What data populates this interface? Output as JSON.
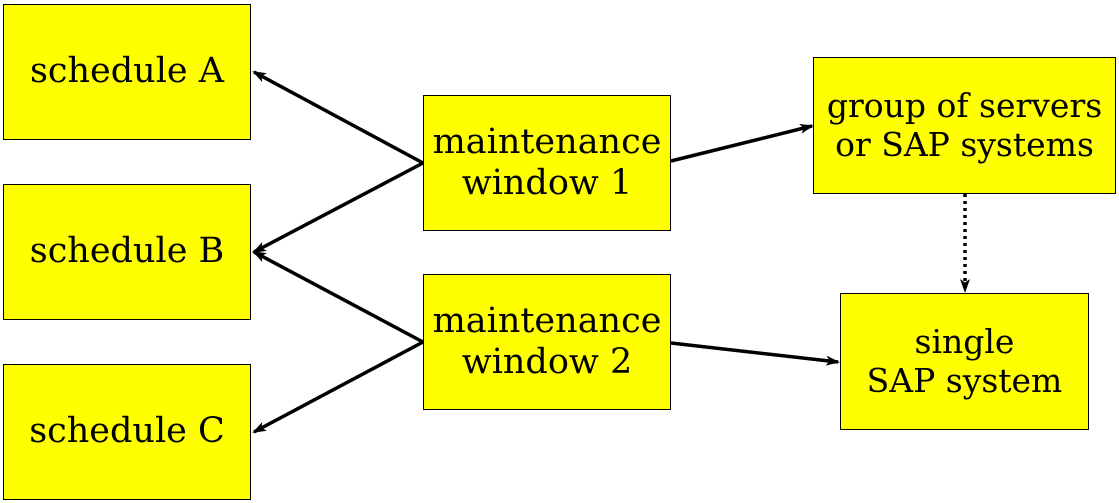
{
  "diagram": {
    "nodes": {
      "schedule_a": {
        "label": "schedule A"
      },
      "schedule_b": {
        "label": "schedule B"
      },
      "schedule_c": {
        "label": "schedule C"
      },
      "maintenance_window_1": {
        "line1": "maintenance",
        "line2": "window 1"
      },
      "maintenance_window_2": {
        "line1": "maintenance",
        "line2": "window 2"
      },
      "server_group": {
        "line1": "group of servers",
        "line2": "or SAP systems"
      },
      "single_system": {
        "line1": "single",
        "line2": "SAP system"
      }
    },
    "edges": [
      {
        "from": "maintenance_window_1",
        "to": "schedule_a",
        "style": "solid"
      },
      {
        "from": "maintenance_window_1",
        "to": "schedule_b",
        "style": "solid"
      },
      {
        "from": "maintenance_window_2",
        "to": "schedule_b",
        "style": "solid"
      },
      {
        "from": "maintenance_window_2",
        "to": "schedule_c",
        "style": "solid"
      },
      {
        "from": "maintenance_window_1",
        "to": "server_group",
        "style": "solid"
      },
      {
        "from": "maintenance_window_2",
        "to": "single_system",
        "style": "solid"
      },
      {
        "from": "server_group",
        "to": "single_system",
        "style": "dotted"
      }
    ],
    "colors": {
      "node_fill": "#ffff00",
      "node_border": "#000000",
      "edge": "#000000",
      "background": "#ffffff"
    }
  }
}
